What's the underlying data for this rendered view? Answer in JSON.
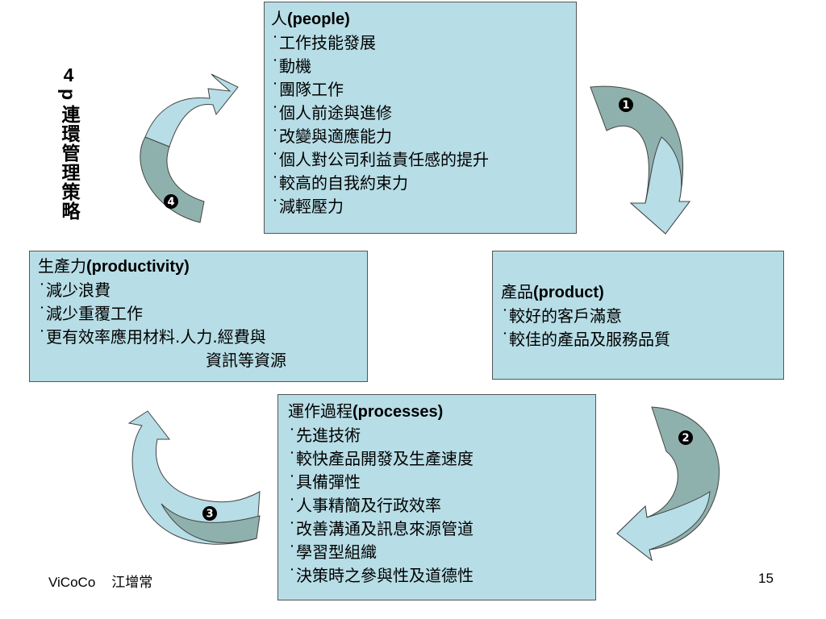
{
  "vertical_title": {
    "number": "4",
    "letter": "p",
    "text": "連環管理策略"
  },
  "people": {
    "title_zh": "人",
    "title_en": "(people)",
    "items": [
      "工作技能發展",
      "動機",
      "團隊工作",
      "個人前途與進修",
      "改變與適應能力",
      "個人對公司利益責任感的提升",
      "較高的自我約束力",
      "減輕壓力"
    ]
  },
  "product": {
    "title_zh": "產品",
    "title_en": "(product)",
    "items": [
      "較好的客戶滿意",
      "較佳的產品及服務品質"
    ]
  },
  "productivity": {
    "title_zh": "生產力",
    "title_en": "(productivity)",
    "items": [
      "減少浪費",
      "減少重覆工作",
      "更有效率應用材料.人力.經費與"
    ],
    "continuation": "資訊等資源"
  },
  "processes": {
    "title_zh": "運作過程",
    "title_en": "(processes)",
    "items": [
      "先進技術",
      "較快產品開發及生產速度",
      "具備彈性",
      "人事精簡及行政效率",
      "改善溝通及訊息來源管道",
      "學習型組織",
      "決策時之參與性及道德性"
    ]
  },
  "arrow_labels": [
    "1",
    "2",
    "3",
    "4"
  ],
  "footer": {
    "brand": "ViCoCo",
    "author": "江增常",
    "page": "15"
  },
  "colors": {
    "box_fill": "#b7dde6",
    "arrow_light": "#b7dde6",
    "arrow_dark": "#8fb1ad",
    "badge": "#000000"
  }
}
